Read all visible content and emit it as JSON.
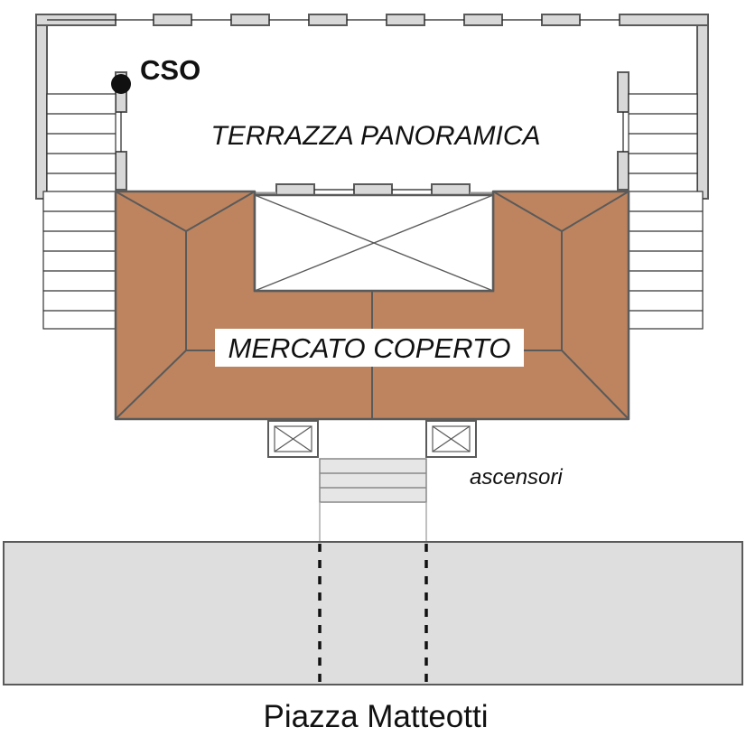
{
  "labels": {
    "cso": "CSO",
    "terrace": "TERRAZZA PANORAMICA",
    "market": "MERCATO COPERTO",
    "elevators": "ascensori",
    "square": "Piazza Matteotti"
  },
  "colors": {
    "roof": "#bd845f",
    "wall": "#d8d8d8",
    "stroke": "#5a5a5a",
    "square": "#dedede",
    "stairs_path": "#e6e6e6"
  },
  "icons": {
    "cso_marker": "filled-circle-marker",
    "elevator": "cross-box-icon",
    "skylight": "cross-box-icon"
  }
}
